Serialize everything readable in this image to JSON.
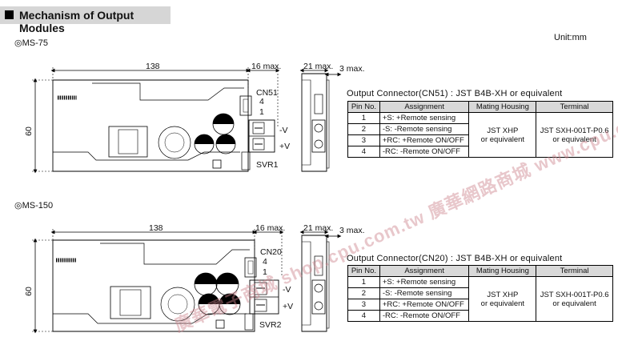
{
  "header": {
    "title": "Mechanism of Output Modules"
  },
  "unit": "Unit:mm",
  "watermark": "廣華電子商城 shop.cpu.com.tw 廣華網路商城 www.cpu.com.tw",
  "modules": [
    {
      "name": "◎MS-75",
      "dims": {
        "length": "138",
        "side_max": "16 max.",
        "depth_max": "21 max.",
        "edge_max": "3 max.",
        "height": "60"
      },
      "labels": {
        "conn": "CN51",
        "pin4": "4",
        "pin1": "1",
        "minus": "-V",
        "plus": "+V",
        "svr": "SVR1"
      },
      "connector_title": "Output Connector(CN51) : JST B4B-XH or equivalent",
      "table": {
        "headers": [
          "Pin No.",
          "Assignment",
          "Mating Housing",
          "Terminal"
        ],
        "rows": [
          {
            "pin": "1",
            "assignment": "+S: +Remote sensing"
          },
          {
            "pin": "2",
            "assignment": "-S: -Remote sensing"
          },
          {
            "pin": "3",
            "assignment": "+RC: +Remote ON/OFF"
          },
          {
            "pin": "4",
            "assignment": "-RC: -Remote ON/OFF"
          }
        ],
        "housing": "JST XHP\nor equivalent",
        "terminal": "JST SXH-001T-P0.6\nor equivalent"
      }
    },
    {
      "name": "◎MS-150",
      "dims": {
        "length": "138",
        "side_max": "16 max.",
        "depth_max": "21 max.",
        "edge_max": "3 max.",
        "height": "60"
      },
      "labels": {
        "conn": "CN20",
        "pin4": "4",
        "pin1": "1",
        "minus": "-V",
        "plus": "+V",
        "svr": "SVR2"
      },
      "connector_title": "Output Connector(CN20) : JST B4B-XH or equivalent",
      "table": {
        "headers": [
          "Pin No.",
          "Assignment",
          "Mating Housing",
          "Terminal"
        ],
        "rows": [
          {
            "pin": "1",
            "assignment": "+S: +Remote sensing"
          },
          {
            "pin": "2",
            "assignment": "-S: -Remote sensing"
          },
          {
            "pin": "3",
            "assignment": "+RC: +Remote ON/OFF"
          },
          {
            "pin": "4",
            "assignment": "-RC: -Remote ON/OFF"
          }
        ],
        "housing": "JST XHP\nor equivalent",
        "terminal": "JST SXH-001T-P0.6\nor equivalent"
      }
    }
  ]
}
